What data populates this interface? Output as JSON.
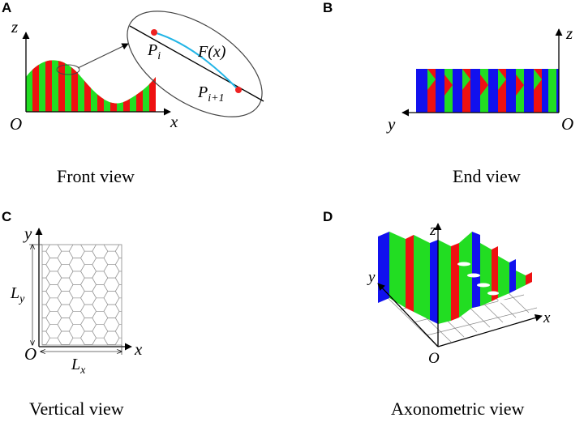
{
  "panels": {
    "a": {
      "letter": "A",
      "caption": "Front view",
      "origin": "O",
      "axis_x": "x",
      "axis_z": "z",
      "point_i": "P",
      "point_i_sub": "i",
      "point_i1": "P",
      "point_i1_sub": "i+1",
      "curve_label": "F(x)"
    },
    "b": {
      "letter": "B",
      "caption": "End view",
      "origin": "O",
      "axis_y": "y",
      "axis_z": "z"
    },
    "c": {
      "letter": "C",
      "caption": "Vertical view",
      "origin": "O",
      "axis_x": "x",
      "axis_y": "y",
      "dim_y": "L",
      "dim_y_sub": "y",
      "dim_x": "L",
      "dim_x_sub": "x"
    },
    "d": {
      "letter": "D",
      "caption": "Axonometric view",
      "origin": "O",
      "axis_x": "x",
      "axis_y": "y",
      "axis_z": "z"
    }
  },
  "colors": {
    "red": "#ee1111",
    "green": "#22dd22",
    "blue": "#1111ee",
    "cyan": "#22b5e6",
    "point": "#ee2222"
  }
}
